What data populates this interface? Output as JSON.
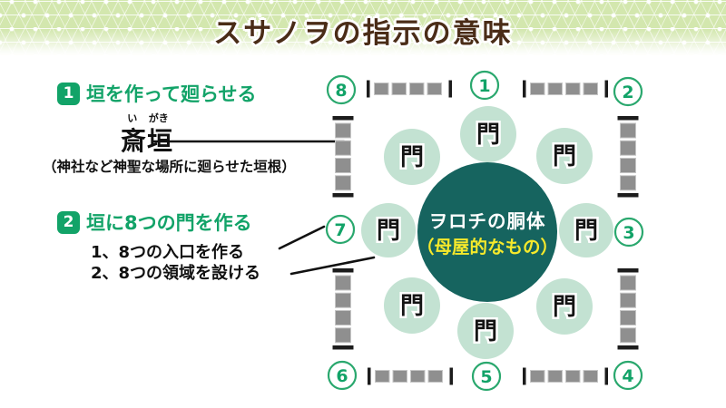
{
  "header": {
    "title": "スサノヲの指示の意味"
  },
  "steps": [
    {
      "num": "1",
      "title": "垣を作って廻らせる"
    },
    {
      "num": "2",
      "title": "垣に8つの門を作る"
    }
  ],
  "term": {
    "furigana": [
      "い",
      "がき"
    ],
    "word": "斎垣",
    "note": "（神社など神聖な場所に廻らせた垣根）"
  },
  "step2_items": [
    "1、8つの入口を作る",
    "2、8つの領域を設ける"
  ],
  "diagram": {
    "center_line1": "ヲロチの胴体",
    "center_line2": "（母屋的なもの）",
    "gate_label": "門",
    "numbers": [
      "1",
      "2",
      "3",
      "4",
      "5",
      "6",
      "7",
      "8"
    ]
  },
  "colors": {
    "accent_green": "#12a368",
    "number_ring_green": "#2aa86e",
    "title_brown": "#4a2c17",
    "center_teal": "#16645f",
    "center_yellow": "#f6e92b",
    "gate_mint": "#c3e2d2",
    "fence_gray": "#8f8f8f",
    "fence_bar_black": "#1c1c1c",
    "pattern_green": "#d3e7ae"
  }
}
